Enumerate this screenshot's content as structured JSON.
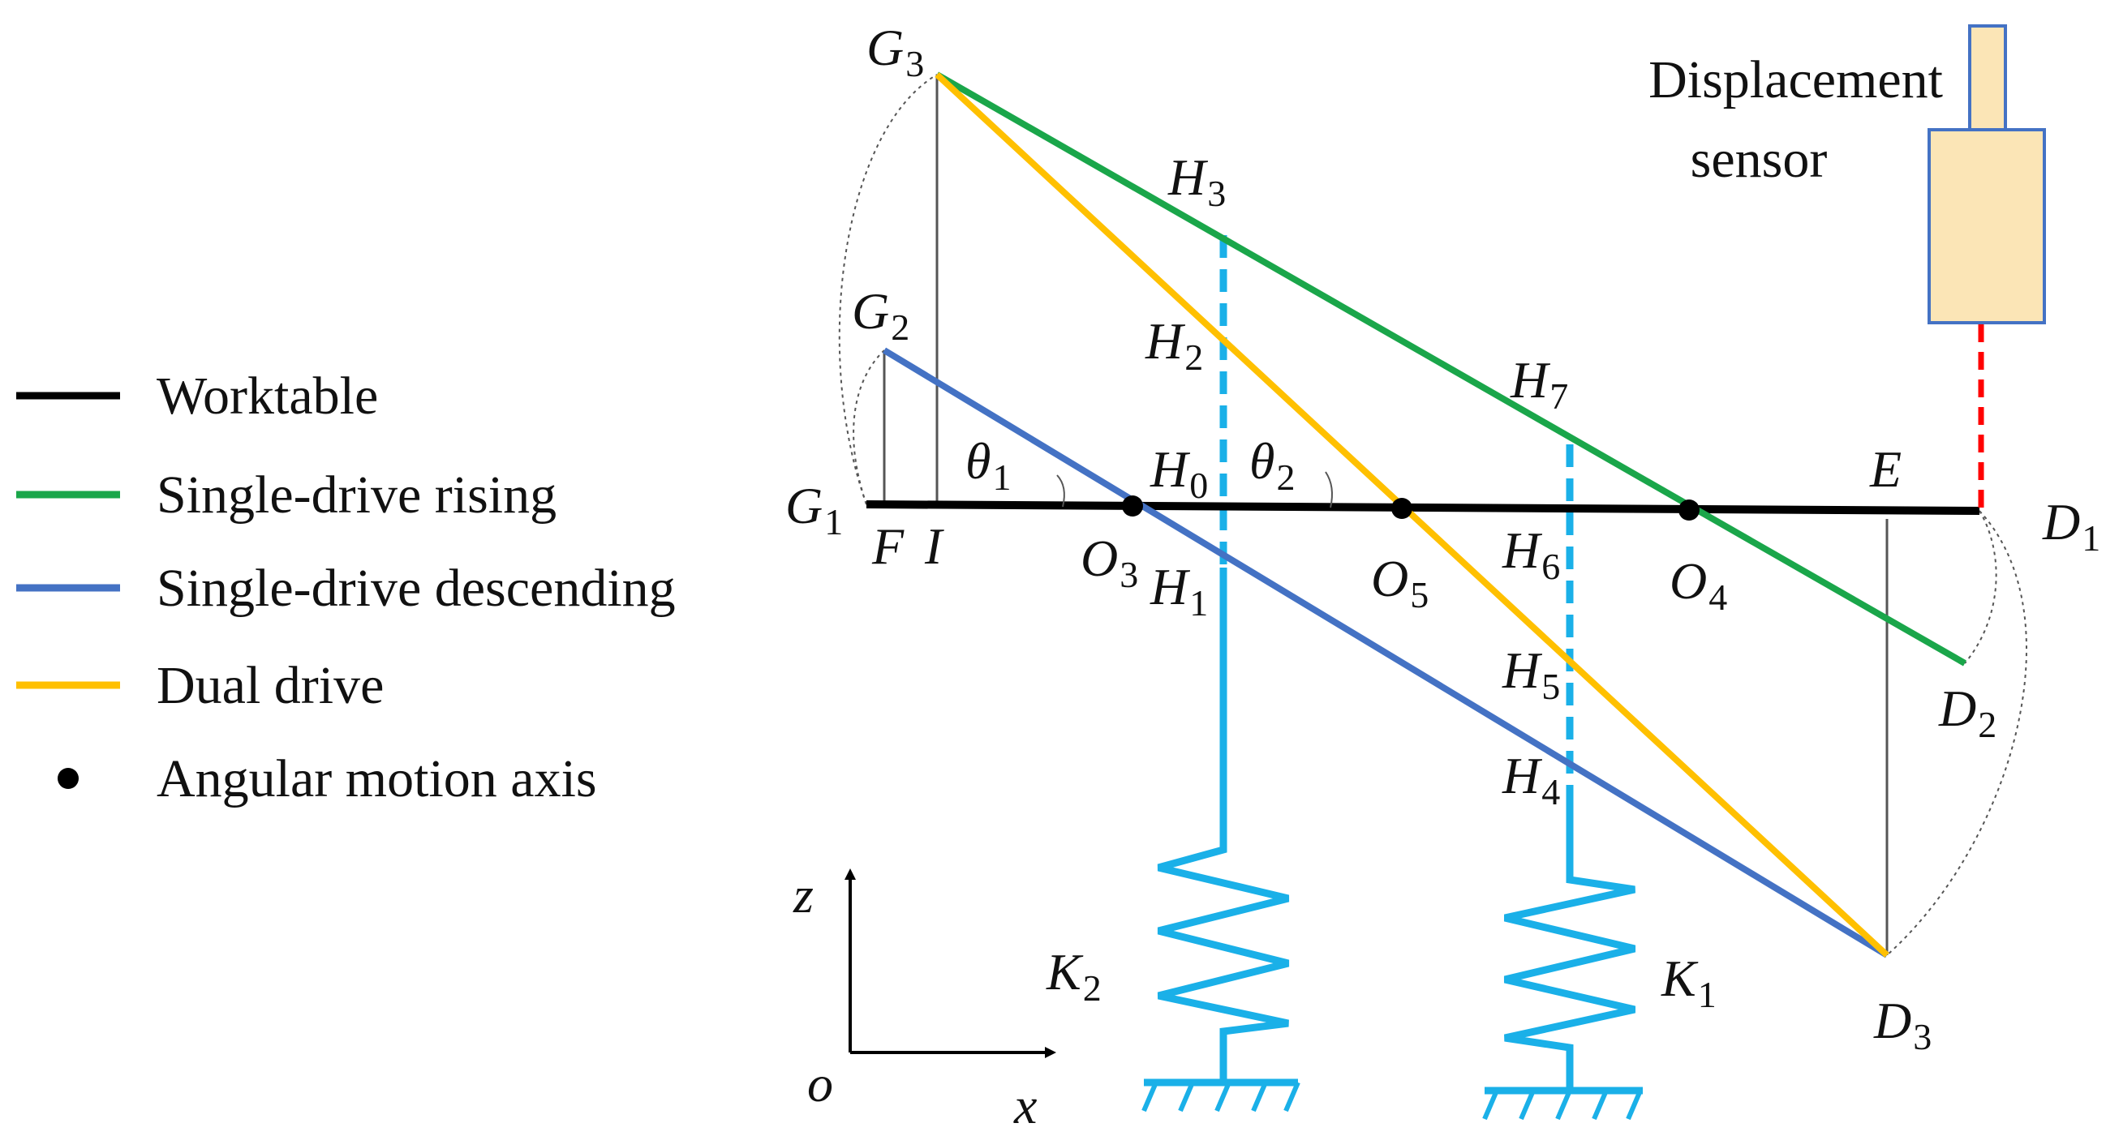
{
  "colors": {
    "worktable": "#000000",
    "rising": "#1aa64a",
    "descending": "#4472c4",
    "dual": "#ffc000",
    "support": "#1ab0e8",
    "sensor_beam": "#ff0000",
    "sensor_fill": "#fbe5b6",
    "sensor_stroke": "#4472c4",
    "guide": "#555555"
  },
  "legend": [
    {
      "label": "Worktable",
      "color": "#000000",
      "marker": "line"
    },
    {
      "label": "Single-drive rising",
      "color": "#1aa64a",
      "marker": "line"
    },
    {
      "label": "Single-drive descending",
      "color": "#4472c4",
      "marker": "line"
    },
    {
      "label": "Dual drive",
      "color": "#ffc000",
      "marker": "line"
    },
    {
      "label": "Angular motion axis",
      "color": "#000000",
      "marker": "dot"
    }
  ],
  "sensor": {
    "line1": "Displacement",
    "line2": "sensor"
  },
  "points": {
    "G1": {
      "base": "G",
      "sub": "1"
    },
    "G2": {
      "base": "G",
      "sub": "2"
    },
    "G3": {
      "base": "G",
      "sub": "3"
    },
    "F": {
      "base": "F",
      "sub": ""
    },
    "I": {
      "base": "I",
      "sub": ""
    },
    "O3": {
      "base": "O",
      "sub": "3"
    },
    "O4": {
      "base": "O",
      "sub": "4"
    },
    "O5": {
      "base": "O",
      "sub": "5"
    },
    "H0": {
      "base": "H",
      "sub": "0"
    },
    "H1": {
      "base": "H",
      "sub": "1"
    },
    "H2": {
      "base": "H",
      "sub": "2"
    },
    "H3": {
      "base": "H",
      "sub": "3"
    },
    "H4": {
      "base": "H",
      "sub": "4"
    },
    "H5": {
      "base": "H",
      "sub": "5"
    },
    "H6": {
      "base": "H",
      "sub": "6"
    },
    "H7": {
      "base": "H",
      "sub": "7"
    },
    "E": {
      "base": "E",
      "sub": ""
    },
    "D1": {
      "base": "D",
      "sub": "1"
    },
    "D2": {
      "base": "D",
      "sub": "2"
    },
    "D3": {
      "base": "D",
      "sub": "3"
    },
    "K1": {
      "base": "K",
      "sub": "1"
    },
    "K2": {
      "base": "K",
      "sub": "2"
    },
    "theta1": {
      "base": "θ",
      "sub": "1"
    },
    "theta2": {
      "base": "θ",
      "sub": "2"
    }
  },
  "axes": {
    "z": "z",
    "x": "x",
    "origin": "o"
  }
}
